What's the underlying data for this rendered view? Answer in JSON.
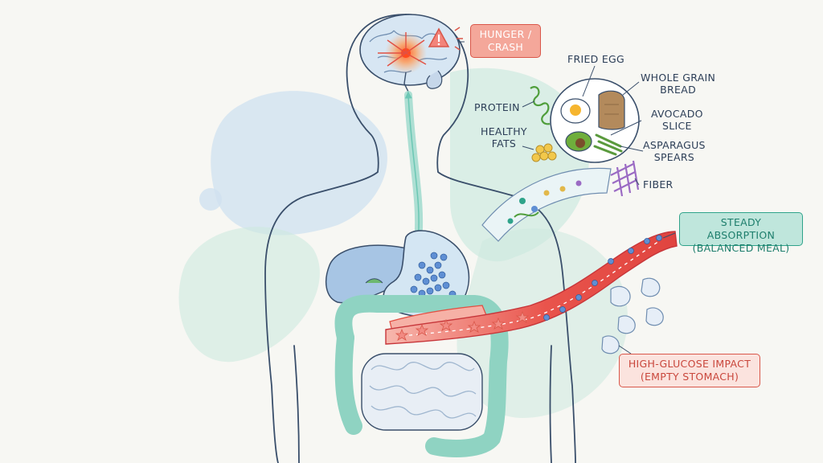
{
  "callouts": {
    "hunger": [
      "HUNGER /",
      "CRASH"
    ],
    "steady": [
      "STEADY ABSORPTION",
      "(BALANCED MEAL)"
    ],
    "glucose": [
      "HIGH-GLUCOSE IMPACT",
      "(EMPTY STOMACH)"
    ]
  },
  "labels": {
    "fried_egg": "FRIED EGG",
    "whole_grain": [
      "WHOLE GRAIN",
      "BREAD"
    ],
    "protein": "PROTEIN",
    "avocado": [
      "AVOCADO",
      "SLICE"
    ],
    "healthy_fats": [
      "HEALTHY",
      "FATS"
    ],
    "asparagus": [
      "ASPARAGUS",
      "SPEARS"
    ],
    "fiber": "FIBER"
  },
  "colors": {
    "alert_red": "#d9574a",
    "steady_green": "#2fa38a",
    "body_outline": "#3a4f6b",
    "blood_vessel": "#e9544c",
    "glucose_molecule": "#5f8fd4"
  },
  "icons": [
    "warning-triangle-icon",
    "brain-icon",
    "stomach-icon",
    "liver-icon",
    "intestines-icon",
    "plate-icon",
    "fiber-mesh-icon",
    "glucose-star-icon"
  ]
}
